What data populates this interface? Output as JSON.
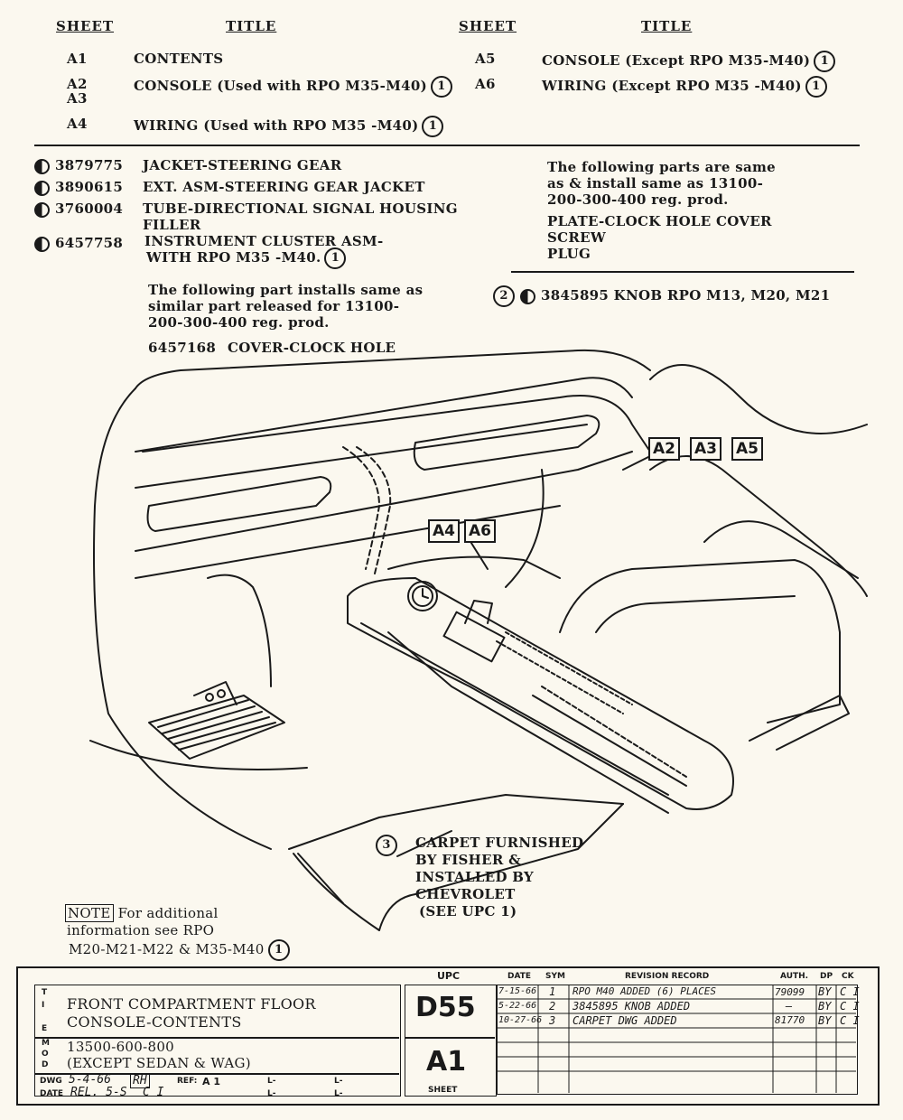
{
  "sheet_index": {
    "header_sheet": "SHEET",
    "header_title": "TITLE",
    "left": [
      {
        "sheet": "A1",
        "title": "CONTENTS"
      },
      {
        "sheet": "A2",
        "sheet2": "A3",
        "title": "CONSOLE  (Used with RPO M35-M40)"
      },
      {
        "sheet": "A4",
        "title": "WIRING (Used with RPO M35 -M40)"
      }
    ],
    "right": [
      {
        "sheet": "A5",
        "title": "CONSOLE (Except RPO M35-M40)"
      },
      {
        "sheet": "A6",
        "title": "WIRING (Except RPO M35 -M40)"
      }
    ],
    "circle_ref": "1"
  },
  "parts": [
    {
      "number": "3879775",
      "name": "JACKET-STEERING GEAR"
    },
    {
      "number": "3890615",
      "name": "EXT. ASM-STEERING GEAR JACKET"
    },
    {
      "number": "3760004",
      "name": "TUBE-DIRECTIONAL SIGNAL HOUSING",
      "name2": "FILLER"
    },
    {
      "number": "6457758",
      "name": "INSTRUMENT CLUSTER ASM-",
      "name2": "WITH RPO M35 -M40."
    }
  ],
  "similar_note": [
    "The following part installs same as",
    "similar part released for 13100-",
    "200-300-400 reg. prod."
  ],
  "similar_part": {
    "number": "6457168",
    "name": "COVER-CLOCK HOLE"
  },
  "same_note": [
    "The following parts are same",
    "as & install same as 13100-",
    "200-300-400 reg. prod."
  ],
  "same_parts": [
    "PLATE-CLOCK HOLE COVER",
    "SCREW",
    "PLUG"
  ],
  "knob": {
    "circle": "2",
    "text": "3845895 KNOB RPO M13, M20, M21"
  },
  "callouts": {
    "a2": "A2",
    "a3": "A3",
    "a5": "A5",
    "a4": "A4",
    "a6": "A6",
    "carpet_circle": "3",
    "carpet": [
      "CARPET FURNISHED",
      "BY FISHER &",
      "INSTALLED BY",
      "CHEVROLET",
      "(SEE UPC 1)"
    ]
  },
  "note": {
    "label": "NOTE",
    "line1": "For additional",
    "line2": "information see RPO",
    "line3": "M20-M21-M22 & M35-M40"
  },
  "title_block": {
    "title_line1": "FRONT COMPARTMENT FLOOR",
    "title_line2": "CONSOLE-CONTENTS",
    "side_t": "T",
    "side_i": "I",
    "side_e": "E",
    "side_m": "M",
    "side_o": "O",
    "side_d": "D",
    "model_line1": "13500-600-800",
    "model_line2": "(EXCEPT SEDAN & WAG)",
    "dwg_label": "DWG",
    "dwg_value": "5-4-66",
    "dwg_rh": "RH",
    "ref_label": "REF:",
    "ref_value": "A 1",
    "date_label": "DATE",
    "date_value": "REL. 5-S",
    "date_c": "C I",
    "l_mark": "L-",
    "upc_label": "UPC",
    "upc_value": "D55",
    "sheet_value": "A1",
    "sheet_label": "SHEET",
    "rev_headers": {
      "date": "DATE",
      "sym": "SYM",
      "record": "REVISION RECORD",
      "auth": "AUTH.",
      "dp": "DP",
      "ck": "CK"
    },
    "revisions": [
      {
        "date": "7-15-66",
        "sym": "1",
        "record": "RPO M40 ADDED (6) PLACES",
        "auth": "79099",
        "dp": "BY",
        "ck": "C I"
      },
      {
        "date": "5-22-66",
        "sym": "2",
        "record": "3845895 KNOB ADDED",
        "auth": "—",
        "dp": "BY",
        "ck": "C I"
      },
      {
        "date": "10-27-66",
        "sym": "3",
        "record": "CARPET DWG ADDED",
        "auth": "81770",
        "dp": "BY",
        "ck": "C I"
      }
    ]
  }
}
